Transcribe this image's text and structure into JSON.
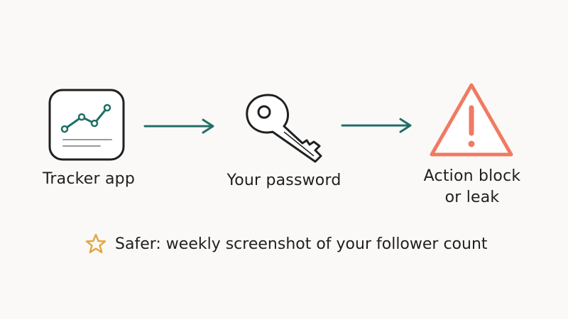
{
  "steps": [
    {
      "label": "Tracker app",
      "icon": "tracker-app-icon"
    },
    {
      "label": "Your password",
      "icon": "key-icon"
    },
    {
      "label_line1": "Action block",
      "label_line2": "or leak",
      "icon": "warning-icon"
    }
  ],
  "tip": {
    "icon": "star-icon",
    "text": "Safer: weekly screenshot of your follower count"
  },
  "colors": {
    "ink": "#1f1f1f",
    "teal": "#1f6f68",
    "warning": "#f07a62",
    "star": "#e0a640",
    "background": "#fbf9f7"
  }
}
